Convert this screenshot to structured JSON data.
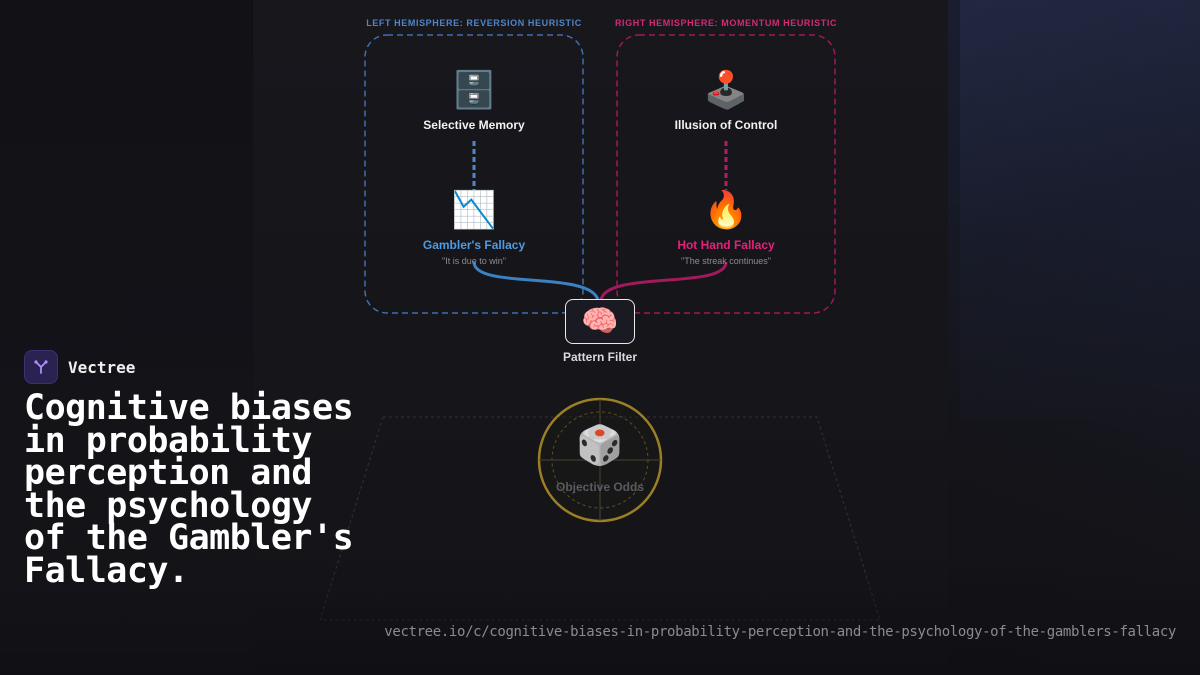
{
  "hemispheres": {
    "left_label": "LEFT HEMISPHERE: REVERSION HEURISTIC",
    "right_label": "RIGHT HEMISPHERE: MOMENTUM HEURISTIC"
  },
  "nodes": {
    "selective_memory": {
      "label": "Selective Memory",
      "icon": "file-cabinet-icon",
      "glyph": "🗄️"
    },
    "illusion_of_control": {
      "label": "Illusion of Control",
      "icon": "joystick-icon",
      "glyph": "🕹️"
    },
    "gamblers_fallacy": {
      "label": "Gambler's Fallacy",
      "quote": "\"It is due to win\"",
      "icon": "chart-decreasing-icon",
      "glyph": "📉"
    },
    "hot_hand_fallacy": {
      "label": "Hot Hand Fallacy",
      "quote": "\"The streak continues\"",
      "icon": "fire-icon",
      "glyph": "🔥"
    },
    "pattern_filter": {
      "label": "Pattern Filter",
      "icon": "brain-icon",
      "glyph": "🧠"
    },
    "objective_odds": {
      "label": "Objective Odds",
      "icon": "dice-icon",
      "glyph": "🎲"
    }
  },
  "brand": {
    "name": "Vectree"
  },
  "headline": "Cognitive biases in probability perception and the psychology of the Gambler's Fallacy.",
  "url": "vectree.io/c/cognitive-biases-in-probability-perception-and-the-psychology-of-the-gamblers-fallacy",
  "colors": {
    "reversion": "#4f86c8",
    "momentum": "#d22a77",
    "gold": "#b8962a"
  }
}
